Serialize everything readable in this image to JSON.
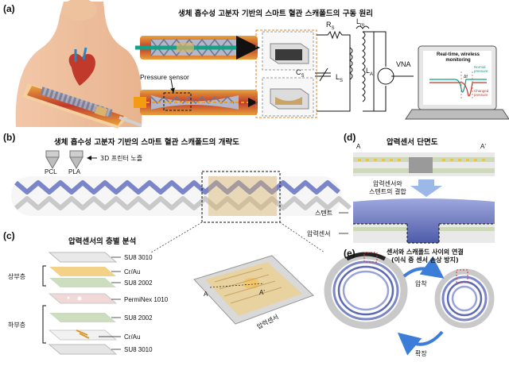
{
  "panels": {
    "a": {
      "label": "(a)",
      "title": "생체 흡수성 고분자 기반의 스마트 혈관 스캐폴드의 구동 원리",
      "pressure_sensor": "Pressure sensor",
      "circuit": {
        "rs": "R",
        "rs_sub": "S",
        "lm": "L",
        "lm_sub": "m",
        "cs": "C",
        "cs_sub": "S",
        "ls": "L",
        "ls_sub": "S",
        "la": "L",
        "la_sub": "A",
        "vna": "VNA"
      },
      "monitor": {
        "title_line1": "Real-time, wireless",
        "title_line2": "monitoring",
        "normal": "Normal",
        "normal2": "pressure",
        "changed": "Changed",
        "changed2": "pressure",
        "delta": "Δf"
      }
    },
    "b": {
      "label": "(b)",
      "title": "생체 흡수성 고분자 기반의 스마트 혈관 스캐폴드의 개략도",
      "nozzle1": "PCL",
      "nozzle2": "PLA",
      "printer_note": "3D 프린터 노즐"
    },
    "c": {
      "label": "(c)",
      "title": "압력센서의 층별 분석",
      "layers": [
        "SU8 3010",
        "Cr/Au",
        "SU8 2002",
        "PermiNex 1010",
        "SU8 2002",
        "Cr/Au",
        "SU8 3010"
      ],
      "upper_group": "상부층",
      "lower_group": "하부층",
      "a_mark": "A",
      "a_prime_mark": "A'",
      "sensor_caption": "압력센서"
    },
    "d": {
      "label": "(d)",
      "title": "압력센서 단면도",
      "a_mark": "A",
      "a_prime_mark": "A'",
      "bond_line1": "압력센서와",
      "bond_line2": "스텐트의 결합",
      "stent": "스텐트",
      "sensor": "압력센서"
    },
    "e": {
      "label": "(e)",
      "title_line1": "센서와 스캐폴드 사이의 연결",
      "title_line2": "(이식 중 센서 손상 방지)",
      "compress": "압착",
      "expand": "확장"
    }
  },
  "colors": {
    "stent_blue": "#7b86c9",
    "stent_grey": "#c9c9c9",
    "vessel_red": "#c0392b",
    "arrow_orange": "#f39c12",
    "arrow_teal": "#16a085",
    "sensor_gold": "#d9b36c",
    "arrow_blue": "#3b7dd8"
  }
}
